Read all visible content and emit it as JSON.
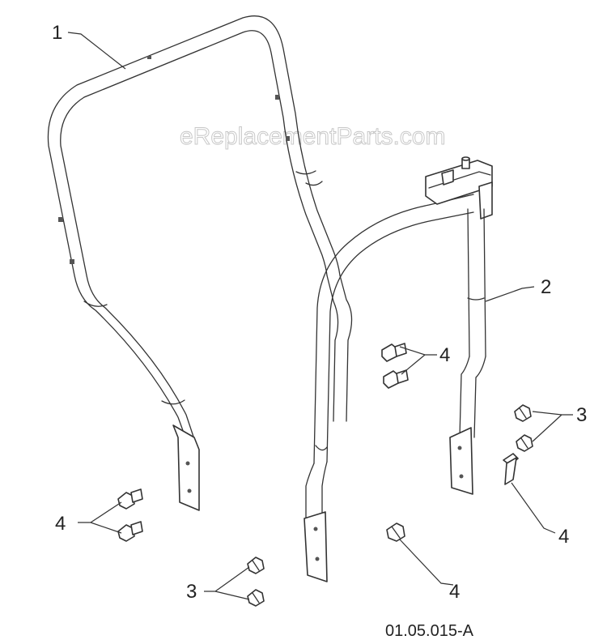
{
  "watermark": "eReplacementParts.com",
  "diagram_code": "01.05.015-A",
  "callouts": {
    "c1": "1",
    "c2": "2",
    "c3_right": "3",
    "c3_bottom": "3",
    "c4_mid": "4",
    "c4_left": "4",
    "c4_right": "4",
    "c4_center": "4"
  }
}
